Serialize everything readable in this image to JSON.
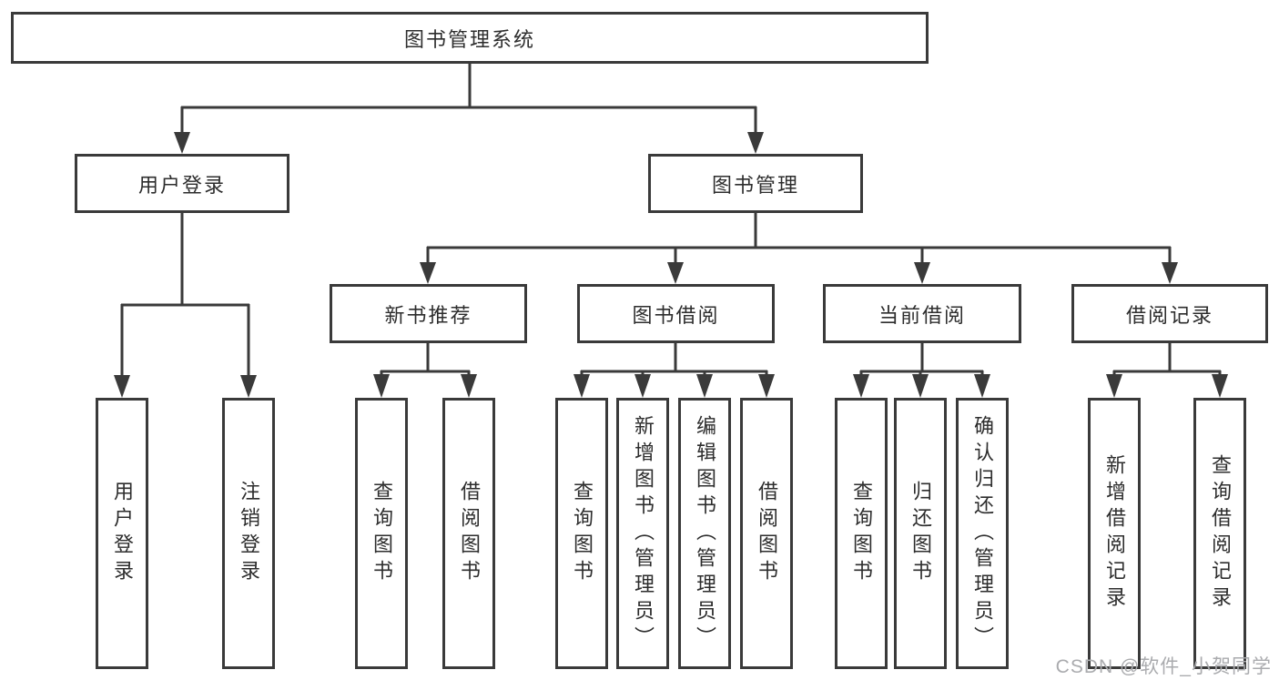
{
  "tree": {
    "root": "图书管理系统",
    "user_login": {
      "label": "用户登录",
      "children": [
        "用户登录",
        "注销登录"
      ]
    },
    "book_mgmt": {
      "label": "图书管理",
      "modules": {
        "new_books": {
          "label": "新书推荐",
          "children": [
            "查询图书",
            "借阅图书"
          ]
        },
        "borrowing": {
          "label": "图书借阅",
          "children": [
            "查询图书",
            "新增图书（管理员）",
            "编辑图书（管理员）",
            "借阅图书"
          ]
        },
        "current": {
          "label": "当前借阅",
          "children": [
            "查询图书",
            "归还图书",
            "确认归还（管理员）"
          ]
        },
        "records": {
          "label": "借阅记录",
          "children": [
            "新增借阅记录",
            "查询借阅记录"
          ]
        }
      }
    }
  },
  "watermark": "CSDN @软件_小贺同学",
  "colors": {
    "line": "#3a3a3a",
    "text": "#2d2d2d",
    "watermark": "#aaabae",
    "background": "#ffffff"
  }
}
